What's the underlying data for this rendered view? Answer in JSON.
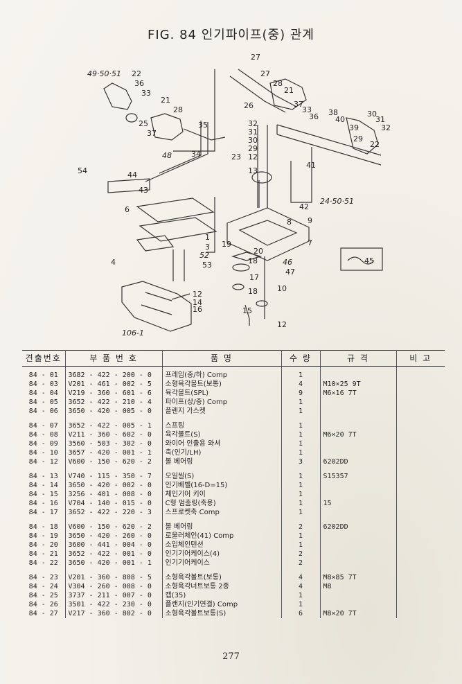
{
  "title": "FIG. 84 인기파이프(중) 관계",
  "page_number": "277",
  "table": {
    "headers": [
      "견출번호",
      "부 품 번 호",
      "품 명",
      "수 량",
      "규 격",
      "비 고"
    ],
    "groups": [
      [
        {
          "no": "84 - 01",
          "part": "3682 - 422 - 200 - 0",
          "name": "프레임(중/하) Comp",
          "qty": "1",
          "spec": "",
          "note": ""
        },
        {
          "no": "84 - 03",
          "part": "V201 - 461 - 002 - 5",
          "name": "소형육각볼트(보통)",
          "qty": "4",
          "spec": "M10×25 9T",
          "note": ""
        },
        {
          "no": "84 - 04",
          "part": "V219 - 360 - 601 - 6",
          "name": "육각볼트(SPL)",
          "qty": "9",
          "spec": "M6×16 7T",
          "note": ""
        },
        {
          "no": "84 - 05",
          "part": "3652 - 422 - 210 - 4",
          "name": "파이프(상/중) Comp",
          "qty": "1",
          "spec": "",
          "note": ""
        },
        {
          "no": "84 - 06",
          "part": "3650 - 420 - 005 - 0",
          "name": "플렌지 가스켓",
          "qty": "1",
          "spec": "",
          "note": ""
        }
      ],
      [
        {
          "no": "84 - 07",
          "part": "3652 - 422 - 005 - 1",
          "name": "스프링",
          "qty": "1",
          "spec": "",
          "note": ""
        },
        {
          "no": "84 - 08",
          "part": "V211 - 360 - 602 - 0",
          "name": "육각볼트(S)",
          "qty": "1",
          "spec": "M6×20 7T",
          "note": ""
        },
        {
          "no": "84 - 09",
          "part": "3560 - 503 - 302 - 0",
          "name": "와이어 인출용 와셔",
          "qty": "1",
          "spec": "",
          "note": ""
        },
        {
          "no": "84 - 10",
          "part": "3657 - 420 - 001 - 1",
          "name": "축(인기/LH)",
          "qty": "1",
          "spec": "",
          "note": ""
        },
        {
          "no": "84 - 12",
          "part": "V600 - 150 - 620 - 2",
          "name": "볼 베어링",
          "qty": "3",
          "spec": "6202DD",
          "note": ""
        }
      ],
      [
        {
          "no": "84 - 13",
          "part": "V740 - 115 - 350 - 7",
          "name": "오일씰(S)",
          "qty": "1",
          "spec": "S15357",
          "note": ""
        },
        {
          "no": "84 - 14",
          "part": "3650 - 420 - 002 - 0",
          "name": "인기베벨(16-D=15)",
          "qty": "1",
          "spec": "",
          "note": ""
        },
        {
          "no": "84 - 15",
          "part": "3256 - 401 - 008 - 0",
          "name": "체인기어 키이",
          "qty": "1",
          "spec": "",
          "note": ""
        },
        {
          "no": "84 - 16",
          "part": "V704 - 140 - 015 - 0",
          "name": "C형 멈춤링(축용)",
          "qty": "1",
          "spec": "15",
          "note": ""
        },
        {
          "no": "84 - 17",
          "part": "3652 - 422 - 220 - 3",
          "name": "스프로켓축 Comp",
          "qty": "1",
          "spec": "",
          "note": ""
        }
      ],
      [
        {
          "no": "84 - 18",
          "part": "V600 - 150 - 620 - 2",
          "name": "볼 베어링",
          "qty": "2",
          "spec": "6202DD",
          "note": ""
        },
        {
          "no": "84 - 19",
          "part": "3650 - 420 - 260 - 0",
          "name": "로울러체인(41) Comp",
          "qty": "1",
          "spec": "",
          "note": ""
        },
        {
          "no": "84 - 20",
          "part": "3600 - 441 - 004 - 0",
          "name": "소입체인텐션",
          "qty": "1",
          "spec": "",
          "note": ""
        },
        {
          "no": "84 - 21",
          "part": "3652 - 422 - 001 - 0",
          "name": "인기기어케이스(4)",
          "qty": "2",
          "spec": "",
          "note": ""
        },
        {
          "no": "84 - 22",
          "part": "3650 - 420 - 001 - 1",
          "name": "인기기어케이스",
          "qty": "2",
          "spec": "",
          "note": ""
        }
      ],
      [
        {
          "no": "84 - 23",
          "part": "V201 - 360 - 808 - 5",
          "name": "소형육각볼트(보통)",
          "qty": "4",
          "spec": "M8×85 7T",
          "note": ""
        },
        {
          "no": "84 - 24",
          "part": "V304 - 260 - 008 - 0",
          "name": "소형육각너트보통 2종",
          "qty": "4",
          "spec": "M8",
          "note": ""
        },
        {
          "no": "84 - 25",
          "part": "3737 - 211 - 007 - 0",
          "name": "캡(35)",
          "qty": "1",
          "spec": "",
          "note": ""
        },
        {
          "no": "84 - 26",
          "part": "3501 - 422 - 230 - 0",
          "name": "플랜지(인기연결) Comp",
          "qty": "1",
          "spec": "",
          "note": ""
        },
        {
          "no": "84 - 27",
          "part": "V217 - 360 - 802 - 0",
          "name": "소형육각볼트보통(S)",
          "qty": "6",
          "spec": "M8×20 7T",
          "note": ""
        }
      ]
    ]
  },
  "diagram": {
    "callouts": [
      "49·50·51",
      "22",
      "36",
      "33",
      "21",
      "28",
      "25",
      "37",
      "48",
      "35",
      "34",
      "27",
      "27",
      "28",
      "21",
      "26",
      "37",
      "33",
      "36",
      "38",
      "40",
      "30",
      "31",
      "32",
      "39",
      "29",
      "22",
      "32",
      "31",
      "30",
      "29",
      "12",
      "23",
      "13",
      "41",
      "24·50·51",
      "54",
      "44",
      "43",
      "6",
      "42",
      "8",
      "9",
      "7",
      "19",
      "20",
      "18",
      "46",
      "47",
      "17",
      "18",
      "10",
      "15",
      "12",
      "1",
      "3",
      "52",
      "53",
      "4",
      "12",
      "14",
      "16",
      "106-1",
      "45"
    ]
  }
}
